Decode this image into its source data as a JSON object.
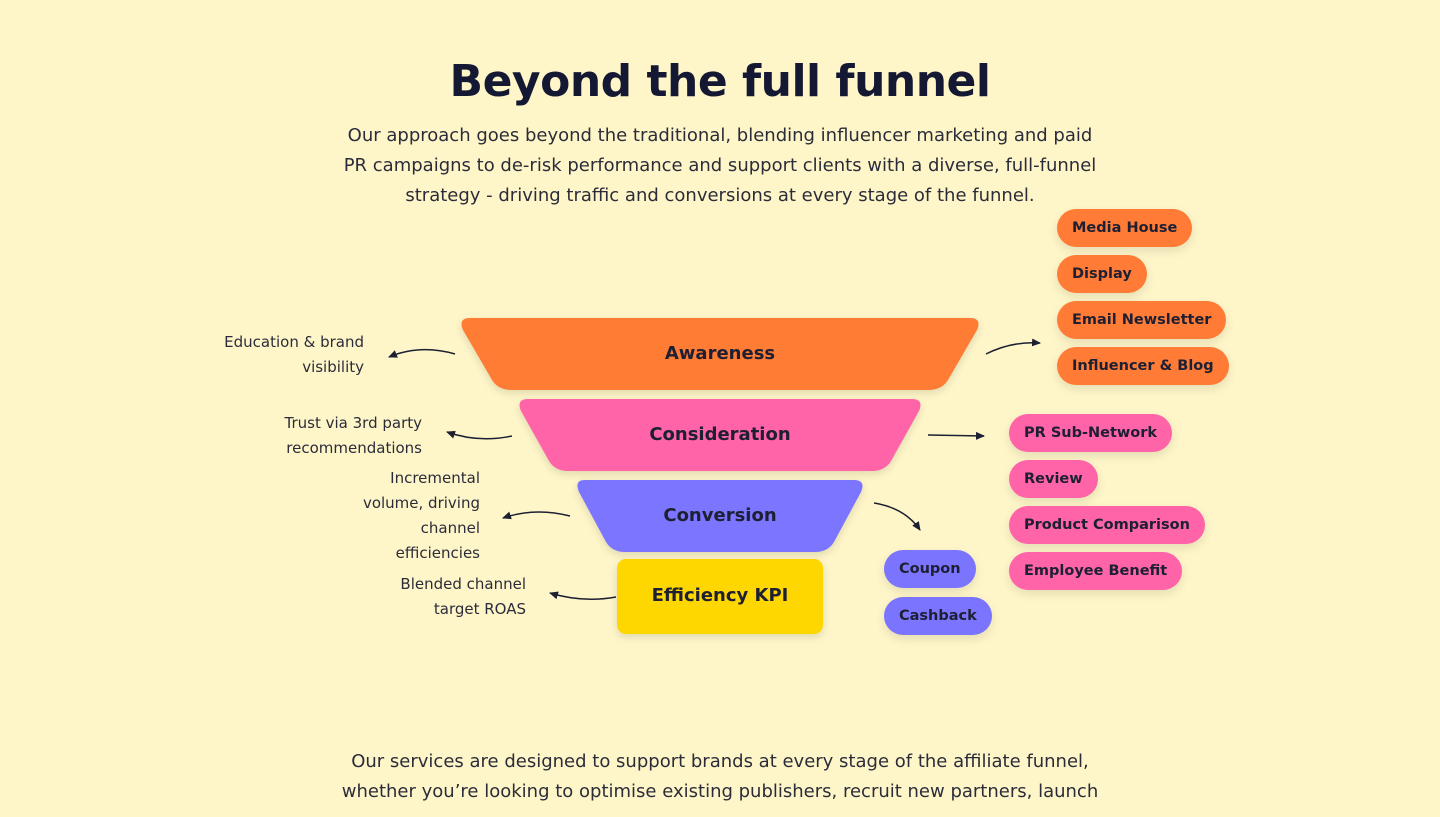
{
  "heading": "Beyond the full funnel",
  "intro": "Our approach goes beyond the traditional, blending influencer marketing and paid PR campaigns to de-risk performance and support clients with a diverse, full-funnel strategy - driving traffic and conversions at every stage of the funnel.",
  "funnel": {
    "stages": [
      {
        "label": "Awareness",
        "color": "#ff7b36"
      },
      {
        "label": "Consideration",
        "color": "#ff63a8"
      },
      {
        "label": "Conversion",
        "color": "#7b74ff"
      },
      {
        "label": "Efficiency KPI",
        "color": "#fed600"
      }
    ],
    "notes": {
      "awareness": "Education & brand visibility",
      "consideration": "Trust via 3rd party recommendations",
      "conversion": "Incremental volume, driving channel efficiencies",
      "efficiency": "Blended channel target ROAS"
    },
    "channels": {
      "awareness": [
        "Media House",
        "Display",
        "Email Newsletter",
        "Influencer & Blog"
      ],
      "consideration": [
        "PR Sub-Network",
        "Review",
        "Product Comparison",
        "Employee Benefit"
      ],
      "conversion": [
        "Coupon",
        "Cashback"
      ]
    }
  },
  "outro": "Our services are designed to support brands at every stage of the affiliate funnel, whether you’re looking to optimise existing publishers, recruit new partners, launch"
}
